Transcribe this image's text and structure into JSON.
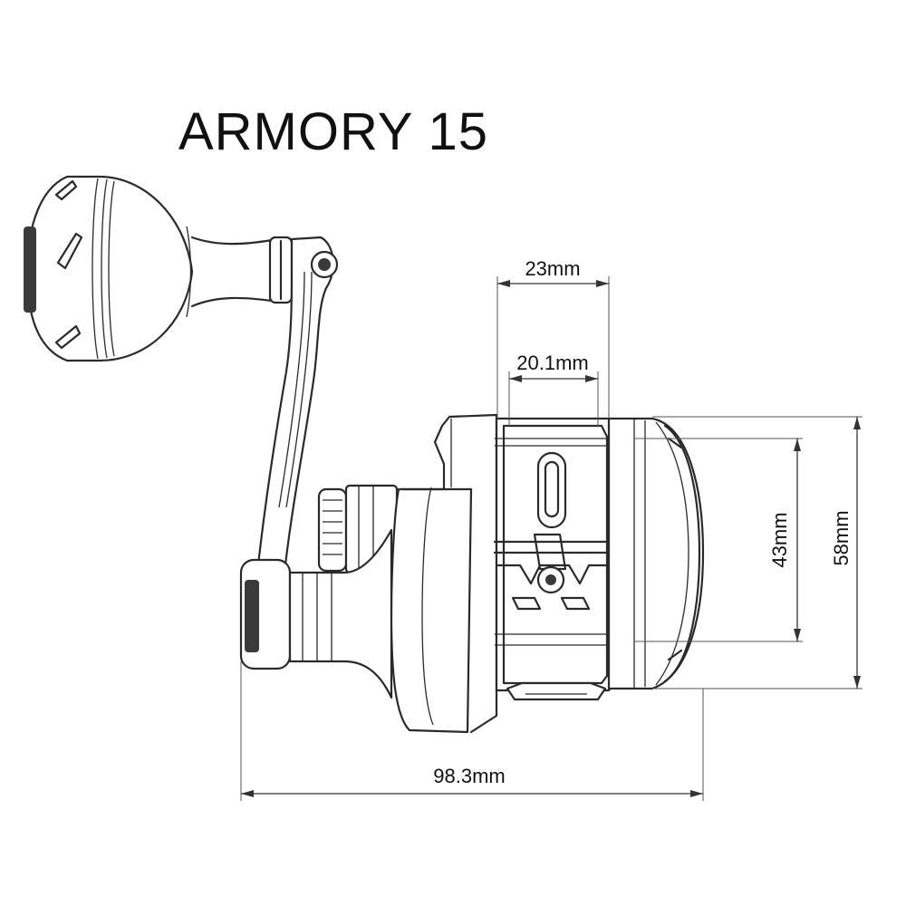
{
  "title": "ARMORY 15",
  "dimensions": {
    "spool_width_outer": "23mm",
    "spool_width_inner": "20.1mm",
    "spool_diameter_inner": "43mm",
    "spool_diameter_outer": "58mm",
    "overall_width": "98.3mm"
  },
  "colors": {
    "line": "#2a2a2a",
    "background": "#ffffff",
    "text": "#111111"
  }
}
